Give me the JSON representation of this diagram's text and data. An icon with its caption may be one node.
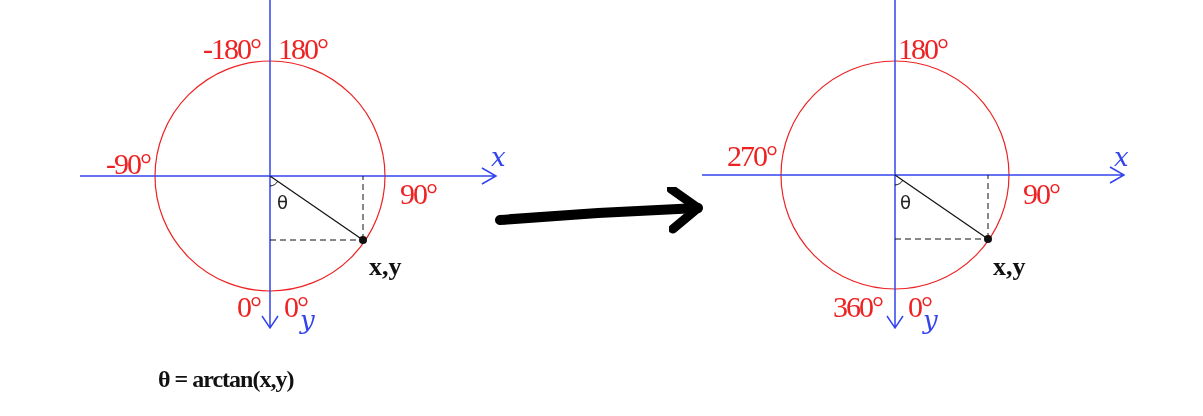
{
  "diagram": {
    "nodes": [
      {
        "text": [],
        "shape": "circle"
      },
      {
        "text": [],
        "shape": "circle"
      }
    ],
    "edges": [
      {
        "from": 0,
        "to": 1,
        "arrow": "to"
      }
    ],
    "labels": [
      "-180°",
      "180°",
      "-90°",
      "x",
      "θ",
      "90°",
      "x,y",
      "0°",
      "0°",
      "y",
      "180°",
      "270°",
      "x",
      "θ",
      "90°",
      "x,y",
      "360°",
      "0°",
      "y",
      "θ = arctan(x,y)"
    ]
  }
}
